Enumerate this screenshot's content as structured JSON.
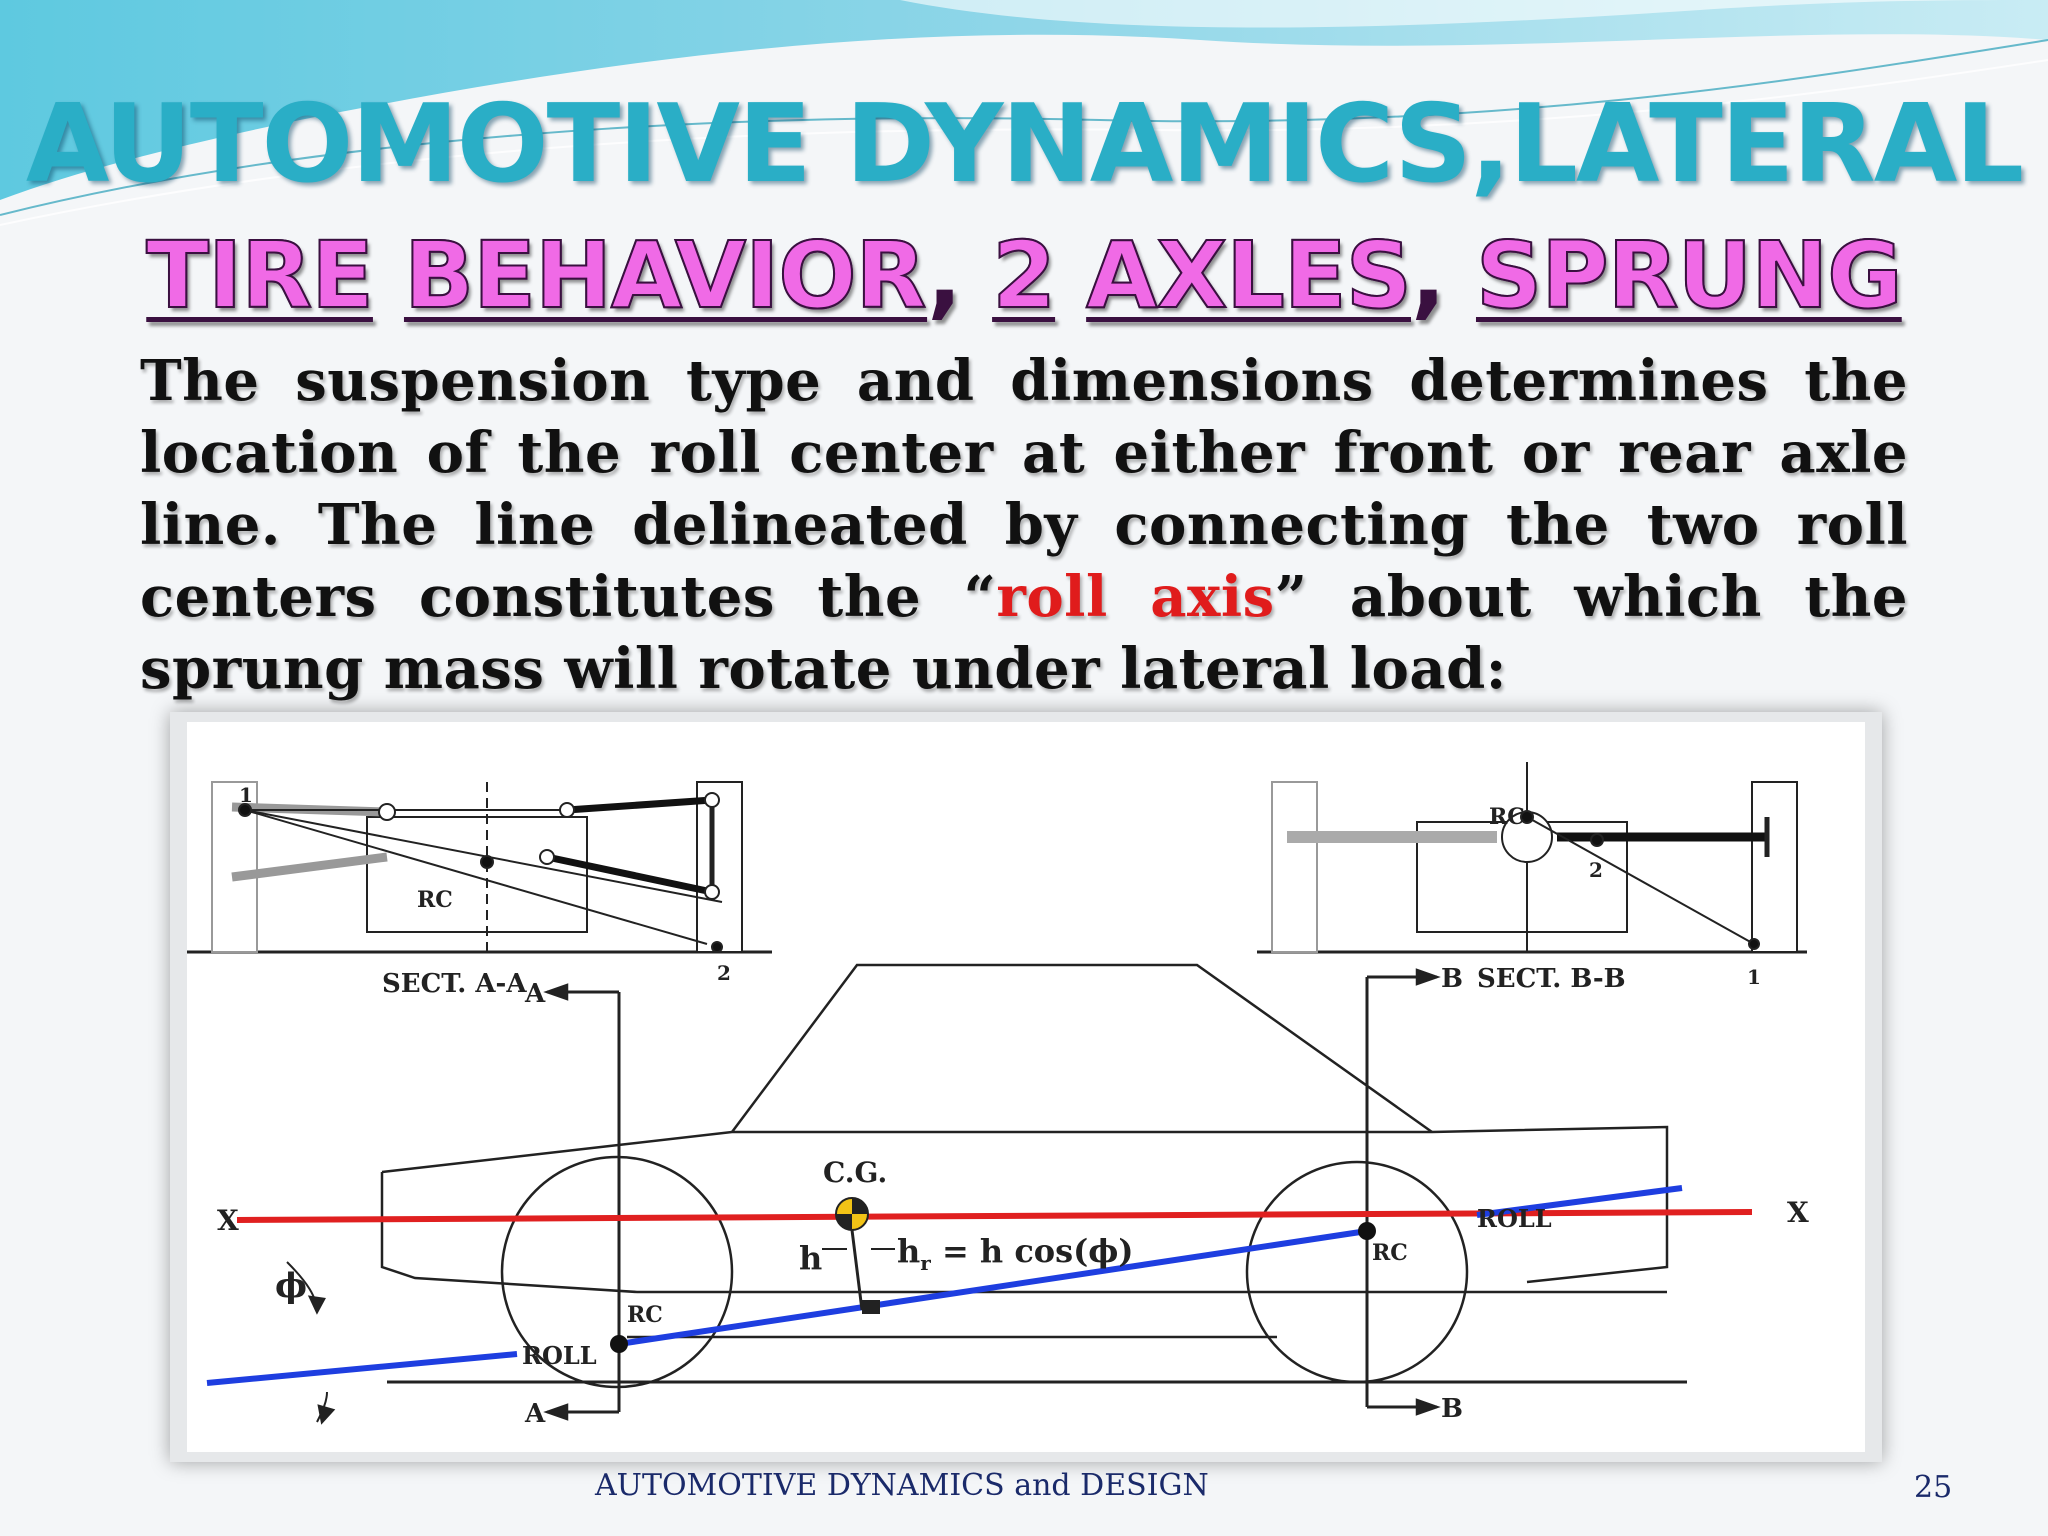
{
  "slide": {
    "title": "AUTOMOTIVE DYNAMICS,LATERAL",
    "subtitle": {
      "w1": "TIRE",
      "w2": "BEHAVIOR",
      "w3": "2",
      "w4": "AXLES",
      "w5": "SPRUNG",
      "comma": ","
    },
    "body": {
      "part1": "The suspension type and dimensions determines the location of the roll center at either front or rear axle line. The line delineated by connecting the two roll centers constitutes the “",
      "highlight": "roll axis",
      "part2": "” about which the sprung mass will rotate under lateral load:"
    },
    "footer": "AUTOMOTIVE DYNAMICS and DESIGN",
    "page_number": "25",
    "colors": {
      "title": "#2aaec6",
      "subtitle": "#f06ae6",
      "highlight": "#e01c1c"
    }
  },
  "diagram": {
    "sect_a": "SECT. A-A",
    "sect_b": "SECT. B-B",
    "rc": "RC",
    "roll": "ROLL",
    "cg": "C.G.",
    "x": "X",
    "a": "A",
    "b": "B",
    "h": "h",
    "hr_eq": "h",
    "hr_sub": "r",
    "hr_rest": " = h cos(ϕ)",
    "phi": "ϕ",
    "n1": "1",
    "n2": "2"
  }
}
